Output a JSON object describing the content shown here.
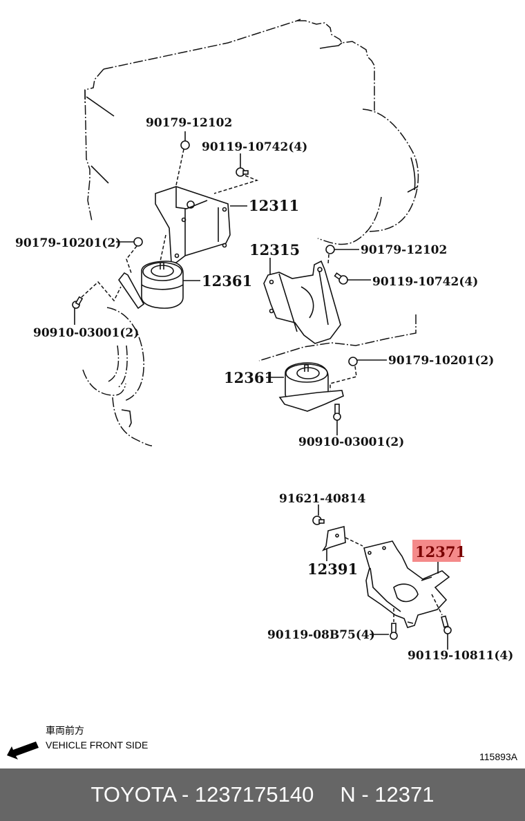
{
  "diagram": {
    "callouts": {
      "upper_left_nut": "90179-12102",
      "upper_left_bolt": "90119-10742(4)",
      "left_bracket": "12311",
      "left_nut": "90179-10201(2)",
      "left_mount": "12361",
      "left_bolt": "90910-03001(2)",
      "right_bracket": "12315",
      "right_nut_top": "90179-12102",
      "right_bolt_top": "90119-10742(4)",
      "right_nut": "90179-10201(2)",
      "right_mount": "12361",
      "right_bolt": "90910-03001(2)",
      "rear_bolt_top": "91621-40814",
      "rear_plate": "12391",
      "rear_mount": "12371",
      "rear_bolt_left": "90119-08B75(4)",
      "rear_bolt_right": "90119-10811(4)"
    },
    "highlighted_part": "12371",
    "highlight_color": "#f48a8a",
    "direction_note_jp": "車両前方",
    "direction_note_en": "VEHICLE FRONT SIDE",
    "direction_icon": "arrow-left-down-icon",
    "illustration_id": "115893A"
  },
  "footer": {
    "brand": "TOYOTA",
    "part_number_text": "TOYOTA - 1237175140",
    "ref_text": "N - 12371",
    "background": "#666666"
  }
}
